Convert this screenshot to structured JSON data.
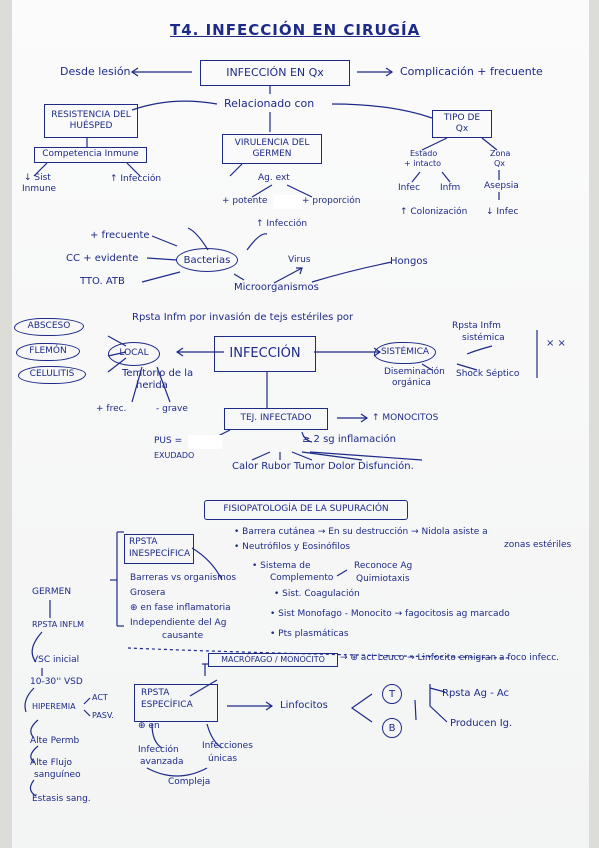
{
  "title": "T4. INFECCIÓN EN CIRUGÍA",
  "top": {
    "left": "Desde lesión",
    "center": "INFECCIÓN EN Qx",
    "right": "Complicación + frecuente",
    "related": "Relacionado con"
  },
  "resistencia": {
    "box": "RESISTENCIA DEL HUÉSPED",
    "sub": "Competencia Inmune",
    "left1": "↓ Sist",
    "left2": "Inmune",
    "right": "↑ Infección"
  },
  "virulencia": {
    "box1": "VIRULENCIA DEL",
    "box2": "GERMEN",
    "ag": "Ag. ext",
    "potente": "+ potente",
    "proporcion": "+ proporción",
    "infeccion": "↑ Infección"
  },
  "tipo": {
    "box1": "TIPO DE",
    "box2": "Qx",
    "estado1": "Estado",
    "estado2": "+ intacto",
    "zona1": "Zona",
    "zona2": "Qx",
    "infec": "Infec",
    "hfm": "Infm",
    "asepsia": "Asepsia",
    "colonizacion": "↑ Colonización",
    "infec2": "↓ Infec"
  },
  "bacterias": {
    "frecuente": "+ frecuente",
    "cc": "CC + evidente",
    "tto": "TTO. ATB",
    "oval": "Bacterias",
    "virus": "Virus",
    "hongos": "Hongos",
    "microorganismos": "Microorganismos"
  },
  "respuesta": "Rpsta Infm por invasión de tejs estériles por",
  "infeccion": {
    "center": "INFECCIÓN",
    "local": "LOCAL",
    "sistemica": "SISTÉMICA",
    "absceso": "ABSCESO",
    "flemon": "FLEMÓN",
    "celulitis": "CELULITIS",
    "temtoria1": "Temtorio de la",
    "temtoria2": "herida",
    "frec": "+ frec.",
    "grave": "- grave",
    "disem1": "Diseminación",
    "disem2": "orgánica",
    "shock": "Shock Séptico",
    "rpsta1": "Rpsta Infm",
    "rpsta2": "sistémica",
    "xx": "× ×",
    "tej": "TEJ. INFECTADO",
    "monocitos": "↑ MONOCITOS",
    "pus": "PUS =",
    "exudado": "EXUDADO",
    "inflam": "≥ 2 sg inflamación",
    "signos": "Calor  Rubor  Tumor  Dolor  Disfunción."
  },
  "fisio": {
    "title": "FISIOPATOLOGÍA DE LA SUPURACIÓN",
    "inesp1": "RPSTA",
    "inesp2": "INESPECÍFICA",
    "b1": "• Barrera cutánea → En su destrucción → Nidola asiste a",
    "b1b": "zonas estériles",
    "b2": "• Neutrófilos y Eosinófilos",
    "b3a": "• Sistema de",
    "b3b": "Complemento",
    "b3c": "Reconoce Ag",
    "b3d": "Quimiotaxis",
    "barreras": "Barreras vs organismos",
    "grosera": "Grosera",
    "fase": "⊕ en fase inflamatoria",
    "indep1": "Independiente del Ag",
    "indep2": "causante",
    "coag": "• Sist. Coagulación",
    "mono": "• Sist Monofago - Monocito → fagocitosis ag marcado",
    "pts": "• Pts plasmáticas",
    "macro": "MACRÓFAGO / MONOCITO",
    "macro2": "→ ⊕ act Leuco → Linfocito emigran a foco infecc.",
    "esp1": "RPSTA",
    "esp2": "ESPECÍFICA",
    "en": "⊕ en",
    "inf1": "Infección",
    "inf2": "avanzada",
    "inf3": "Infecciones",
    "inf4": "únicas",
    "compleja": "Compleja",
    "linfocitos": "Linfocitos",
    "t": "T",
    "b": "B",
    "rpsta": "Rpsta  Ag - Ac",
    "produce": "Producen  Ig."
  },
  "side": {
    "germen": "GERMEN",
    "rpsta": "RPSTA INFLM",
    "vsc": "VSC inicial",
    "vsd": "10-30'' VSD",
    "hiperemia": "HIPEREMIA",
    "act": "ACT",
    "pasv": "PASV.",
    "perm": "Alte Permb",
    "flujo1": "Alte Flujo",
    "flujo2": "sanguíneo",
    "estasis": "Estasis sang."
  }
}
